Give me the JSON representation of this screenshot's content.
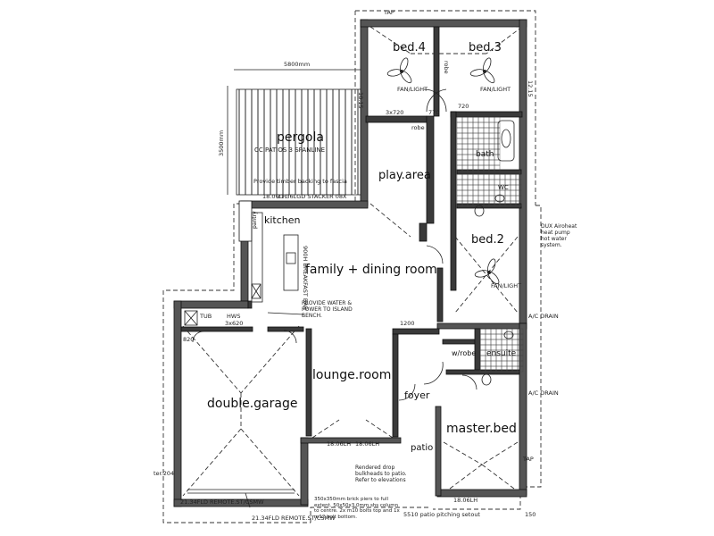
{
  "rooms": {
    "bed4": "bed.4",
    "bed3": "bed.3",
    "pergola": "pergola",
    "play_area": "play.area",
    "bath": "bath",
    "kitchen": "kitchen",
    "family_dining": "family + dining room",
    "bed2": "bed.2",
    "lounge": "lounge.room",
    "double_garage": "double.garage",
    "robe": "w/robe",
    "ensuite": "ensuite",
    "foyer": "foyer",
    "patio": "patio",
    "master_bed": "master.bed",
    "wc": "WC",
    "pantry": "pantry",
    "robe_b4": "robe",
    "robe_b3": "robe"
  },
  "fixtures": {
    "fan_light": "FAN/LIGHT",
    "tub": "TUB",
    "hws": "HWS",
    "dux": "DUX Airoheat heat pump hot water system."
  },
  "dimensions": {
    "pergola_width": "5800mm",
    "pergola_depth": "3500mm",
    "d3720": "3x720",
    "d770": "770",
    "d720": "720",
    "d3620": "3x620",
    "d820": "820",
    "d1200": "1200",
    "d5510": "5510 patio pitching setout",
    "d150": "150"
  },
  "levels": {
    "l1": "18.15",
    "l2": "18.06LH",
    "l3": "18.06LH",
    "l4": "18.06LH",
    "l5": "18.06LH",
    "l6": "12.15"
  },
  "notes": {
    "patio_type": "CC PATIOS 3 SPANLINE",
    "fascia": "Provide timber backing to fascia",
    "stacker": "21.36LGD STACKER 08X",
    "water_power": "PROVIDE WATER & POWER TO ISLAND BENCH.",
    "bulkheads": "Rendered drop bulkheads to patio. Refer to elevations",
    "piers": "350x350mm brick piers to full extent. 50x50x3.0mm shs column to centre. 2x m10 bolts top and 1x m12 bolt bottom.",
    "garage_door": "21.34FLD REMOTE.ST/CSMW",
    "garage_door2": "21.34FLD REMOTE.ST/CSMW",
    "breakfast_bar": "900H BREAKFAST BAR",
    "ac_drain": "A/C DRAIN",
    "tap": "TAP",
    "ter": "ter.204"
  }
}
